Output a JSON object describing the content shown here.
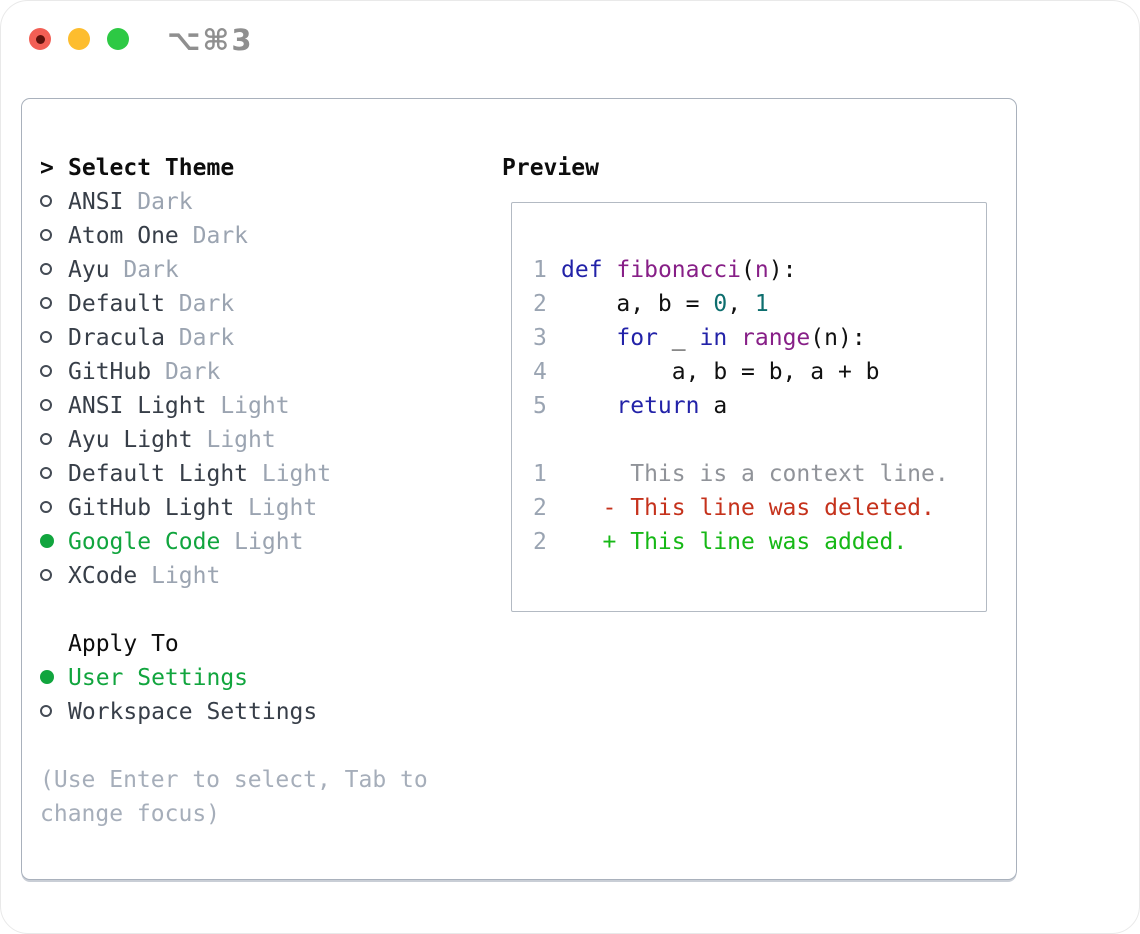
{
  "window": {
    "shortcut_label": "⌥⌘3",
    "traffic_lights": [
      "close",
      "minimize",
      "zoom"
    ]
  },
  "theme_list": {
    "heading_prefix": ">",
    "heading": "Select Theme",
    "items": [
      {
        "name": "ANSI",
        "variant": "Dark",
        "selected": false
      },
      {
        "name": "Atom One",
        "variant": "Dark",
        "selected": false
      },
      {
        "name": "Ayu",
        "variant": "Dark",
        "selected": false
      },
      {
        "name": "Default",
        "variant": "Dark",
        "selected": false
      },
      {
        "name": "Dracula",
        "variant": "Dark",
        "selected": false
      },
      {
        "name": "GitHub",
        "variant": "Dark",
        "selected": false
      },
      {
        "name": "ANSI Light",
        "variant": "Light",
        "selected": false
      },
      {
        "name": "Ayu Light",
        "variant": "Light",
        "selected": false
      },
      {
        "name": "Default Light",
        "variant": "Light",
        "selected": false
      },
      {
        "name": "GitHub Light",
        "variant": "Light",
        "selected": false
      },
      {
        "name": "Google Code",
        "variant": "Light",
        "selected": true
      },
      {
        "name": "XCode",
        "variant": "Light",
        "selected": false
      }
    ]
  },
  "apply_to": {
    "heading": "Apply To",
    "options": [
      {
        "name": "User Settings",
        "selected": true
      },
      {
        "name": "Workspace Settings",
        "selected": false
      }
    ]
  },
  "help_text": "(Use Enter to select, Tab to change focus)",
  "preview": {
    "heading": "Preview",
    "python_lines": [
      {
        "num": "1",
        "tokens": [
          {
            "c": "kwd",
            "s": "def"
          },
          {
            "c": "pln",
            "s": " "
          },
          {
            "c": "fun",
            "s": "fibonacci"
          },
          {
            "c": "pln",
            "s": "("
          },
          {
            "c": "fun",
            "s": "n"
          },
          {
            "c": "pln",
            "s": "):"
          }
        ]
      },
      {
        "num": "2",
        "tokens": [
          {
            "c": "pln",
            "s": "    a, b = "
          },
          {
            "c": "lit",
            "s": "0"
          },
          {
            "c": "pln",
            "s": ", "
          },
          {
            "c": "lit",
            "s": "1"
          }
        ]
      },
      {
        "num": "3",
        "tokens": [
          {
            "c": "pln",
            "s": "    "
          },
          {
            "c": "kwd",
            "s": "for"
          },
          {
            "c": "pln",
            "s": " _ "
          },
          {
            "c": "kwd",
            "s": "in"
          },
          {
            "c": "pln",
            "s": " "
          },
          {
            "c": "fun",
            "s": "range"
          },
          {
            "c": "pln",
            "s": "(n):"
          }
        ]
      },
      {
        "num": "4",
        "tokens": [
          {
            "c": "pln",
            "s": "        a, b = b, a + b"
          }
        ]
      },
      {
        "num": "5",
        "tokens": [
          {
            "c": "pln",
            "s": "    "
          },
          {
            "c": "kwd",
            "s": "return"
          },
          {
            "c": "pln",
            "s": " a"
          }
        ]
      }
    ],
    "diff_lines": [
      {
        "num": "1",
        "tokens": [
          {
            "c": "ctx",
            "s": "     This is a context line."
          }
        ]
      },
      {
        "num": "2",
        "tokens": [
          {
            "c": "del",
            "s": "   - This line was deleted."
          }
        ]
      },
      {
        "num": "2",
        "tokens": [
          {
            "c": "add",
            "s": "   + This line was added."
          }
        ]
      }
    ]
  },
  "colors": {
    "accent_green": "#11a53e",
    "diff_added_green": "#16b816",
    "diff_deleted_red": "#c5321c",
    "syntax_keyword_blue": "#2222a8",
    "syntax_function_purple": "#871f87",
    "syntax_literal_teal": "#0d6e6e",
    "muted_gray": "#9ba4b1",
    "panel_border_gray": "#a9b1bc",
    "traffic_red": "#f25f55",
    "traffic_yellow": "#fdbd2e",
    "traffic_green": "#2dc944"
  }
}
